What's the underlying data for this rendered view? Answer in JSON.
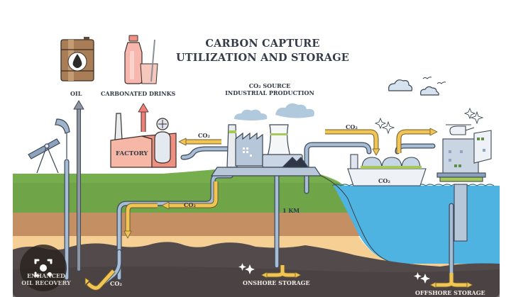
{
  "title": {
    "line1": "CARBON CAPTURE",
    "line2": "UTILIZATION AND STORAGE"
  },
  "labels": {
    "oil": "OIL",
    "carbonated_drinks": "CARBONATED DRINKS",
    "co2_source_line1": "CO₂ SOURCE",
    "co2_source_line2": "INDUSTRIAL PRODUCTION",
    "factory": "FACTORY",
    "co2_to_factory": "CO₂",
    "co2_underground": "CO₂",
    "co2_to_ship": "CO₂",
    "co2_ship_hull": "CO₂",
    "co2_recovery": "CO₂",
    "depth": "1 KM",
    "enhanced_oil_recovery_line1": "ENHANCED",
    "enhanced_oil_recovery_line2": "OIL RECOVERY",
    "onshore_storage": "ONSHORE STORAGE",
    "offshore_storage": "OFFSHORE STORAGE"
  },
  "colors": {
    "grass": "#6fa548",
    "topsoil": "#c48f63",
    "sand": "#f5cf93",
    "bedrock": "#524a4b",
    "sea": "#4fb3e2",
    "pipe": "#9cb3cf",
    "co2_arrow": "#f2c454",
    "factory": "#f6b7a7",
    "barrel": "#a97d56",
    "text": "#343a46"
  },
  "icons": {
    "oil_barrel": "oil-barrel-icon",
    "bottle": "bottle-icon",
    "pump_jack": "pump-jack-icon",
    "factory": "factory-icon",
    "power_plant": "power-plant-icon",
    "ship": "tanker-ship-icon",
    "platform": "offshore-platform-icon",
    "helicopter": "helicopter-icon",
    "cloud": "cloud-icon",
    "bird": "bird-icon",
    "sparkle": "sparkle-icon",
    "lens": "google-lens-icon"
  }
}
